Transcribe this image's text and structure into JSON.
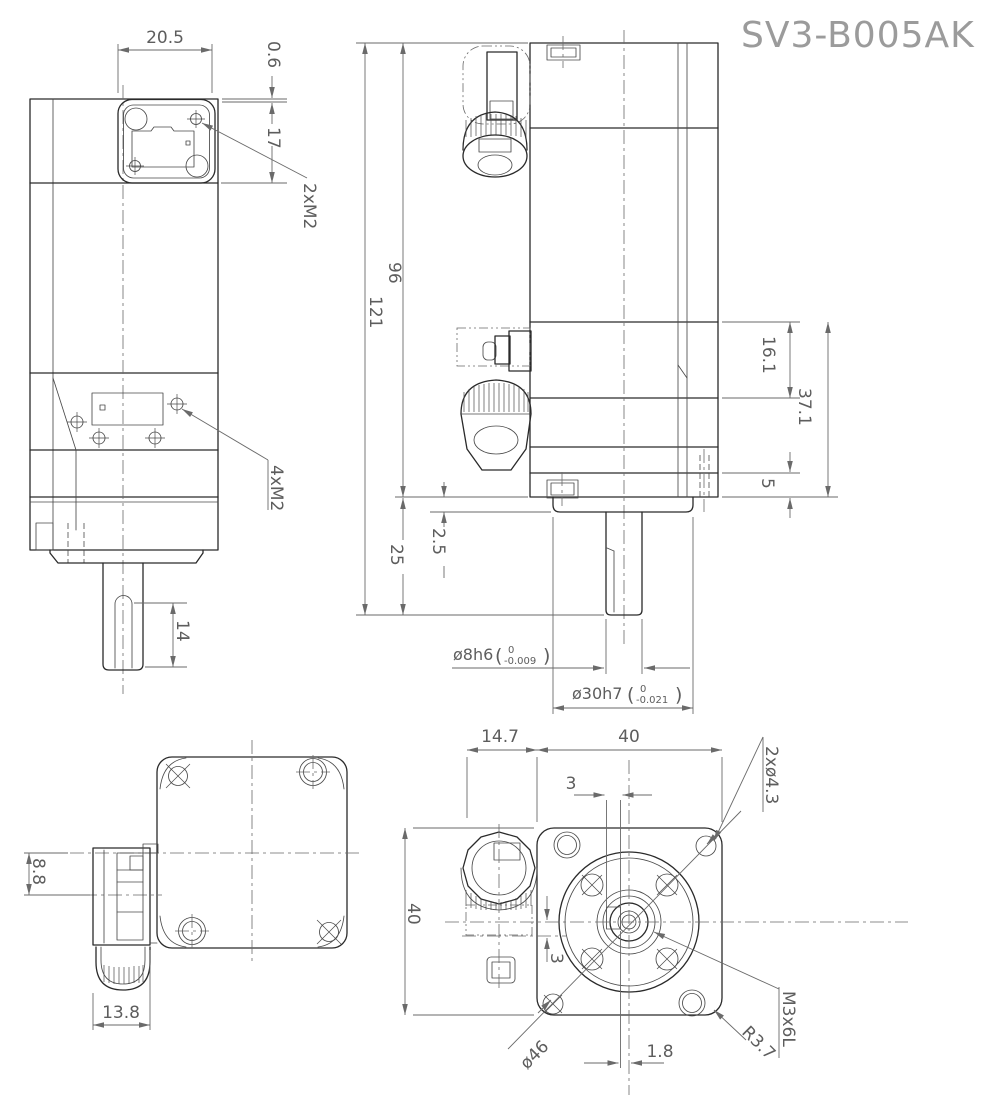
{
  "title": "SV3-B005AK",
  "colors": {
    "outline": "#2a2a2a",
    "thin_line": "#4a4a4a",
    "dimension_line": "#6a6a6a",
    "dimension_text": "#5d5d5d",
    "title_text": "#9b9b9b",
    "background": "#ffffff"
  },
  "symbols": {
    "paren_open": "(",
    "paren_close": ")"
  },
  "views": {
    "side": {
      "connector_width": "20.5",
      "connector_offset": "0.6",
      "connector_height": "17",
      "top_holes": "2xM2",
      "side_holes": "4xM2",
      "shaft_flat": "14"
    },
    "front": {
      "body_height": "96",
      "total_height": "121",
      "upper_section": "16.1",
      "lower_section": "37.1",
      "flange_thickness": "5",
      "shaft_length": "25",
      "pilot_height": "2.5",
      "shaft_dia": {
        "label": "ø8h6",
        "tol_upper": "0",
        "tol_lower": "-0.009"
      },
      "pilot_dia": {
        "label": "ø30h7",
        "tol_upper": "0",
        "tol_lower": "-0.021"
      }
    },
    "top": {
      "gland_offset": "8.8",
      "gland_width": "13.8"
    },
    "bottom": {
      "gland_protrusion": "14.7",
      "body_width": "40",
      "body_height": "40",
      "keyway_width": "3",
      "gland_axis_offset": "3",
      "keyway_depth": "1.8",
      "corner_holes": "2xø4.3",
      "center_tap": "M3x6L",
      "corner_radius": "R3.7",
      "bolt_circle": "ø46"
    }
  }
}
